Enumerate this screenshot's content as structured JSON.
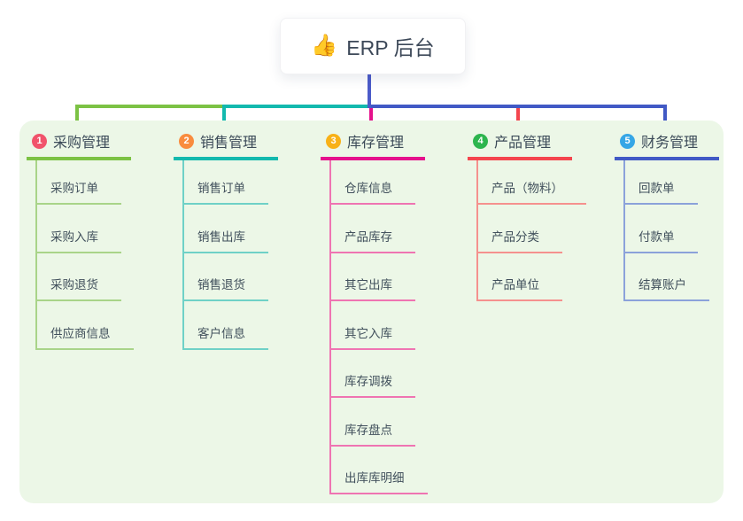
{
  "root": {
    "icon": "👍",
    "icon_name": "thumbs-up-icon",
    "label": "ERP 后台"
  },
  "connector": {
    "root_line_color": "#4b5bc9"
  },
  "canvas": {
    "background": "#ffffff",
    "panel_color": "#ecf7e7"
  },
  "branches": [
    {
      "badge": "1",
      "title": "采购管理",
      "badge_color": "#f1536b",
      "line_color": "#7cc244",
      "child_line_color": "#a9d489",
      "children": [
        "采购订单",
        "采购入库",
        "采购退货",
        "供应商信息"
      ]
    },
    {
      "badge": "2",
      "title": "销售管理",
      "badge_color": "#f98c3e",
      "line_color": "#13b9ae",
      "child_line_color": "#6fd1c7",
      "children": [
        "销售订单",
        "销售出库",
        "销售退货",
        "客户信息"
      ]
    },
    {
      "badge": "3",
      "title": "库存管理",
      "badge_color": "#f8b117",
      "line_color": "#e5118c",
      "child_line_color": "#ef74b2",
      "children": [
        "仓库信息",
        "产品库存",
        "其它出库",
        "其它入库",
        "库存调拨",
        "库存盘点",
        "出库库明细"
      ]
    },
    {
      "badge": "4",
      "title": "产品管理",
      "badge_color": "#2db54e",
      "line_color": "#f4454e",
      "child_line_color": "#f5918e",
      "children": [
        "产品（物料）",
        "产品分类",
        "产品单位"
      ]
    },
    {
      "badge": "5",
      "title": "财务管理",
      "badge_color": "#35a6e6",
      "line_color": "#4159c5",
      "child_line_color": "#8ba2da",
      "children": [
        "回款单",
        "付款单",
        "结算账户"
      ]
    }
  ]
}
